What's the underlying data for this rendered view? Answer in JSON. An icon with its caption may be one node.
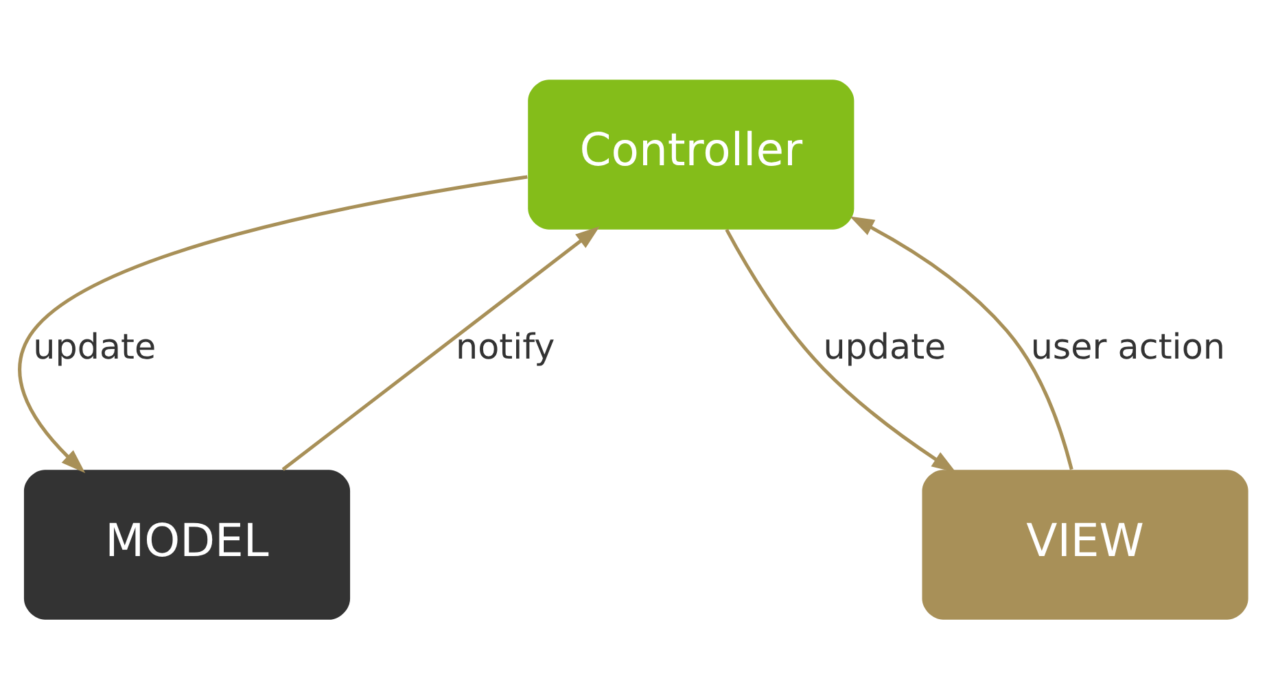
{
  "diagram": {
    "nodes": [
      {
        "text": [
          "Controller"
        ]
      },
      {
        "text": [
          "MODEL"
        ]
      },
      {
        "text": [
          "VIEW"
        ]
      }
    ],
    "edges": [
      {
        "from": 0,
        "to": 1,
        "arrow": "to",
        "label": "update"
      },
      {
        "from": 1,
        "to": 0,
        "arrow": "to",
        "label": "notify"
      },
      {
        "from": 0,
        "to": 2,
        "arrow": "to",
        "label": "update"
      },
      {
        "from": 2,
        "to": 0,
        "arrow": "to",
        "label": "user action"
      }
    ]
  }
}
